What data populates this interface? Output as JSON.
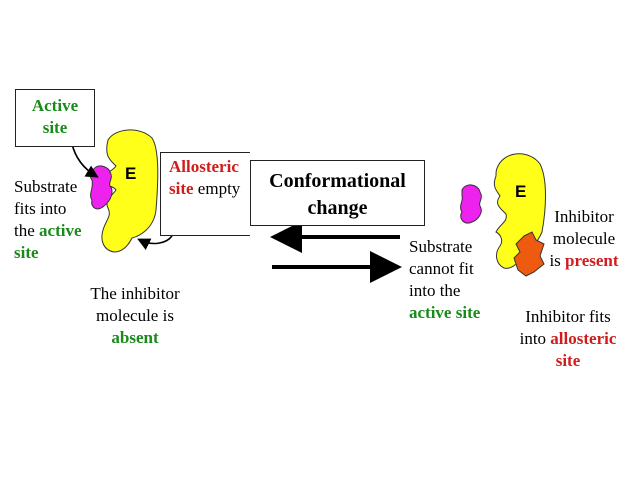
{
  "active_site_box": {
    "line1": "Active",
    "line2": "site"
  },
  "enzyme_label": "E",
  "substrate_fits": {
    "line1": "Substrate",
    "line2": "fits into",
    "line3_prefix": "the ",
    "line3_emph": "active",
    "line4_emph": "site"
  },
  "allosteric_box": {
    "line1_emph": "Allosteric",
    "line2_emph": "site",
    "line2_rest": " empty"
  },
  "conformational_box": {
    "line1": "Conformational",
    "line2": "change"
  },
  "inhibitor_absent": {
    "line1": "The inhibitor",
    "line2": "molecule is",
    "line3_emph": "absent"
  },
  "substrate_cannot": {
    "line1": "Substrate",
    "line2": "cannot fit",
    "line3": "into the",
    "line4_emph": "active site"
  },
  "inhibitor_present": {
    "line1": "Inhibitor",
    "line2": "molecule",
    "line3_prefix": "is ",
    "line3_emph": "present"
  },
  "inhibitor_fits": {
    "line1": "Inhibitor fits",
    "line2_prefix": "into ",
    "line2_emph": "allosteric",
    "line3_emph": "site"
  },
  "colors": {
    "enzyme": "#ffff1a",
    "substrate": "#ee22ee",
    "inhibitor": "#ee5a10",
    "green": "#1a8a1a",
    "red": "#d01c1c"
  }
}
